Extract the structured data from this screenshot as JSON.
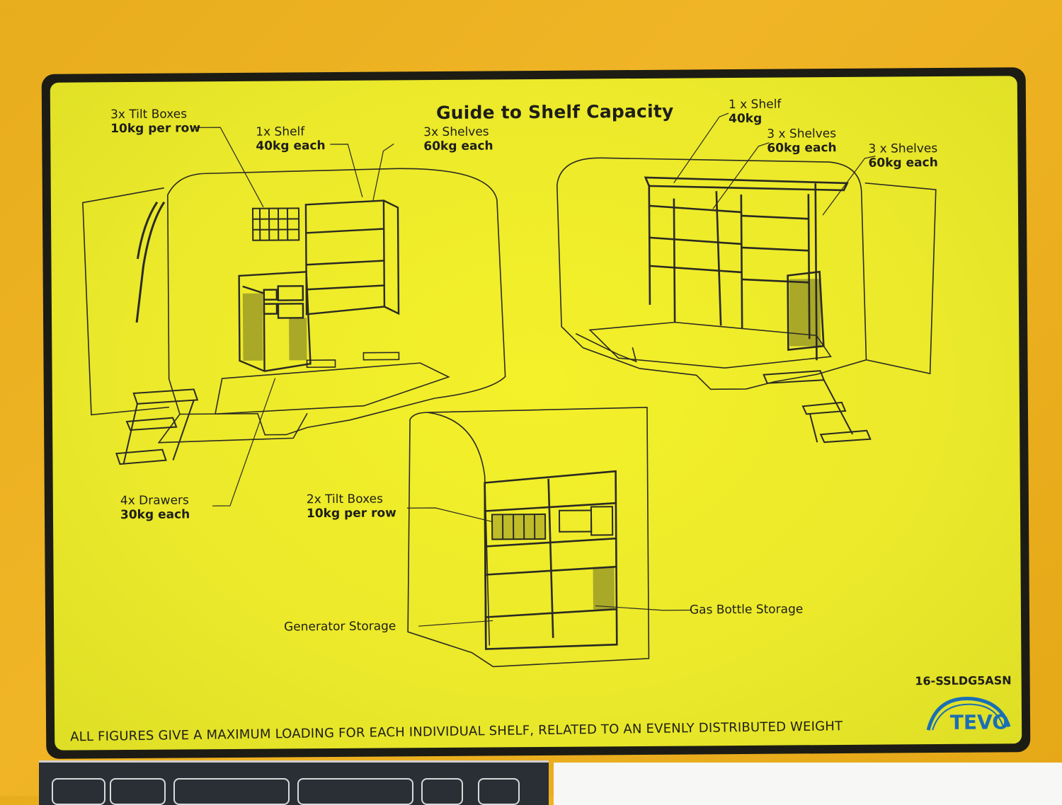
{
  "title": "Guide to Shelf Capacity",
  "labels": {
    "tilt_boxes_3": {
      "line1": "3x Tilt Boxes",
      "line2": "10kg per row"
    },
    "shelf_1_left": {
      "line1": "1x Shelf",
      "line2": "40kg each"
    },
    "shelves_3_left": {
      "line1": "3x Shelves",
      "line2": "60kg each"
    },
    "shelf_1_right": {
      "line1": "1 x Shelf",
      "line2": "40kg"
    },
    "shelves_3_mid": {
      "line1": "3 x Shelves",
      "line2": "60kg each"
    },
    "shelves_3_right": {
      "line1": "3 x Shelves",
      "line2": "60kg each"
    },
    "drawers_4": {
      "line1": "4x Drawers",
      "line2": "30kg each"
    },
    "tilt_boxes_2": {
      "line1": "2x Tilt Boxes",
      "line2": "10kg per row"
    },
    "generator": "Generator Storage",
    "gas_bottle": "Gas Bottle Storage"
  },
  "code": "16-SSLDG5ASN",
  "footer": "ALL FIGURES GIVE A MAXIMUM LOADING FOR EACH INDIVIDUAL SHELF, RELATED TO AN EVENLY DISTRIBUTED WEIGHT",
  "logo": {
    "text": "TEVO",
    "color": "#1a6fb4"
  },
  "colors": {
    "background": "#f0b526",
    "panel": "#ebe92a",
    "ink": "#1e1e1a"
  }
}
